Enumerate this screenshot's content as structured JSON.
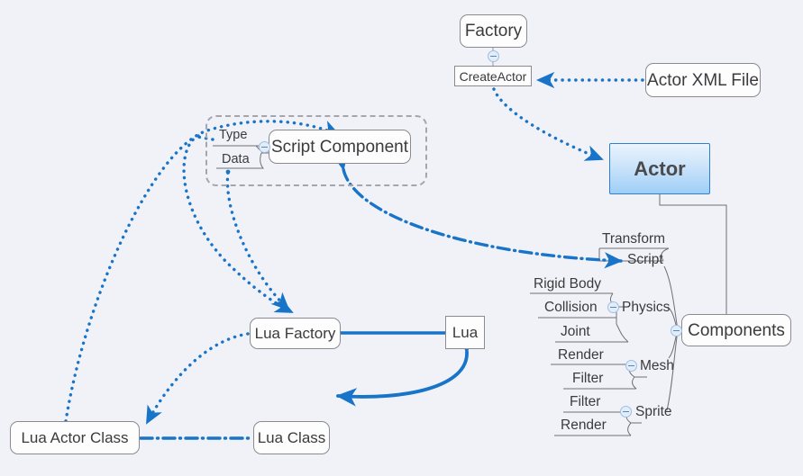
{
  "diagram": {
    "title": "Actor / Script Component architecture mind map",
    "background_color": "#f1f2f7",
    "accent_color": "#1874c8",
    "node_border_color": "#8b8b8f",
    "actor_fill_top": "#eaf4fd",
    "actor_fill_bottom": "#9ecef6",
    "actor_border_color": "#2f7fd0"
  },
  "nodes": {
    "factory": "Factory",
    "create_actor": "CreateActor",
    "actor_xml_file": "Actor XML File",
    "actor": "Actor",
    "components": "Components",
    "script_component": "Script Component",
    "lua_factory": "Lua Factory",
    "lua": "Lua",
    "lua_actor_class": "Lua Actor Class",
    "lua_class": "Lua Class"
  },
  "script_component_fields": {
    "type": "Type",
    "data": "Data"
  },
  "components_tree": {
    "root": "Components",
    "branches": [
      {
        "name": "Script",
        "children": [
          "Transform"
        ]
      },
      {
        "name": "Physics",
        "children": [
          "Rigid Body",
          "Collision",
          "Joint"
        ]
      },
      {
        "name": "Mesh",
        "children": [
          "Render",
          "Filter"
        ]
      },
      {
        "name": "Sprite",
        "children": [
          "Filter",
          "Render"
        ]
      }
    ]
  },
  "labels": {
    "transform": "Transform",
    "script": "Script",
    "rigid_body": "Rigid Body",
    "collision": "Collision",
    "joint": "Joint",
    "physics": "Physics",
    "render_mesh": "Render",
    "filter_mesh": "Filter",
    "mesh": "Mesh",
    "filter_sprite": "Filter",
    "render_sprite": "Render",
    "sprite": "Sprite"
  },
  "icons": {
    "collapse": "collapse-toggle-icon"
  }
}
